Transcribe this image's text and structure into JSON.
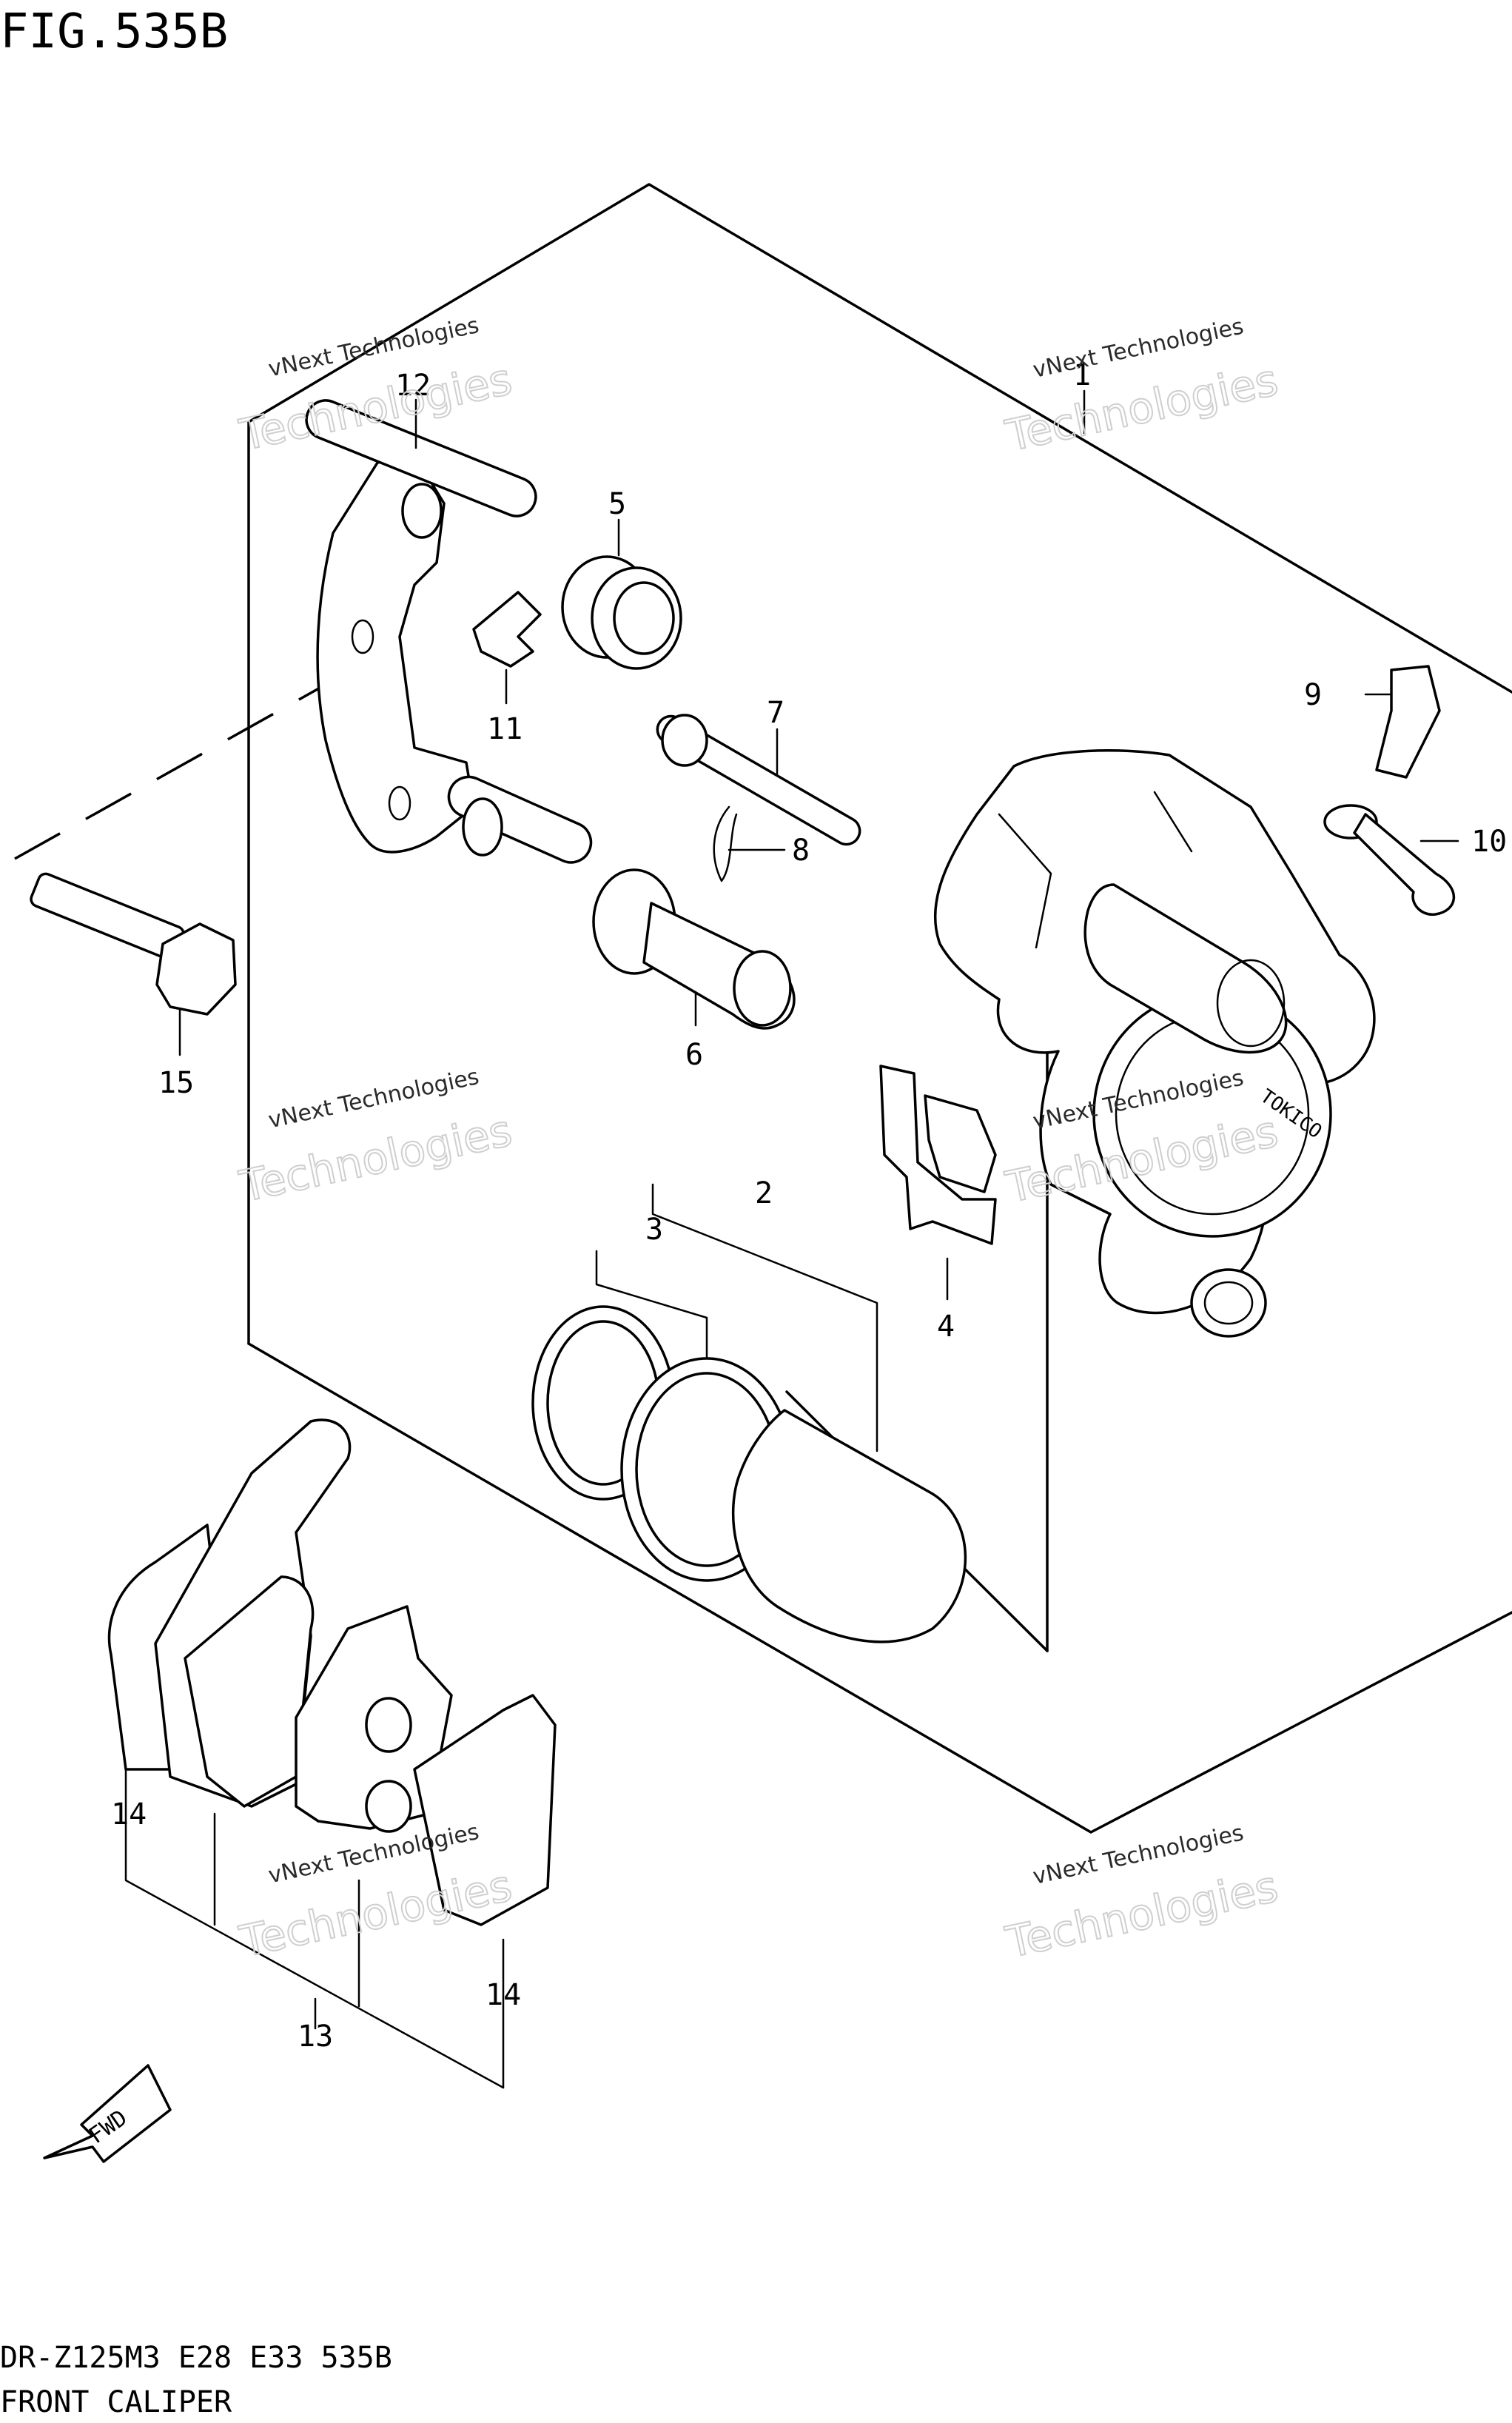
{
  "figure": {
    "header": "FIG.535B",
    "model_line": "DR-Z125M3 E28 E33 535B",
    "title": "FRONT CALIPER"
  },
  "callouts": [
    "1",
    "2",
    "3",
    "4",
    "5",
    "6",
    "7",
    "8",
    "9",
    "10",
    "11",
    "12",
    "13",
    "14",
    "14",
    "15"
  ],
  "caliper_marking": "TOKICO",
  "fwd_label": "FWD",
  "watermarks": [
    {
      "small": "vNext Technologies",
      "big": "Technologies"
    },
    {
      "small": "vNext Technologies",
      "big": "Technologies"
    },
    {
      "small": "vNext Technologies",
      "big": "Technologies"
    },
    {
      "small": "vNext Technologies",
      "big": "Technologies"
    },
    {
      "small": "vNext Technologies",
      "big": "Technologies"
    },
    {
      "small": "vNext Technologies",
      "big": "Technologies"
    }
  ]
}
